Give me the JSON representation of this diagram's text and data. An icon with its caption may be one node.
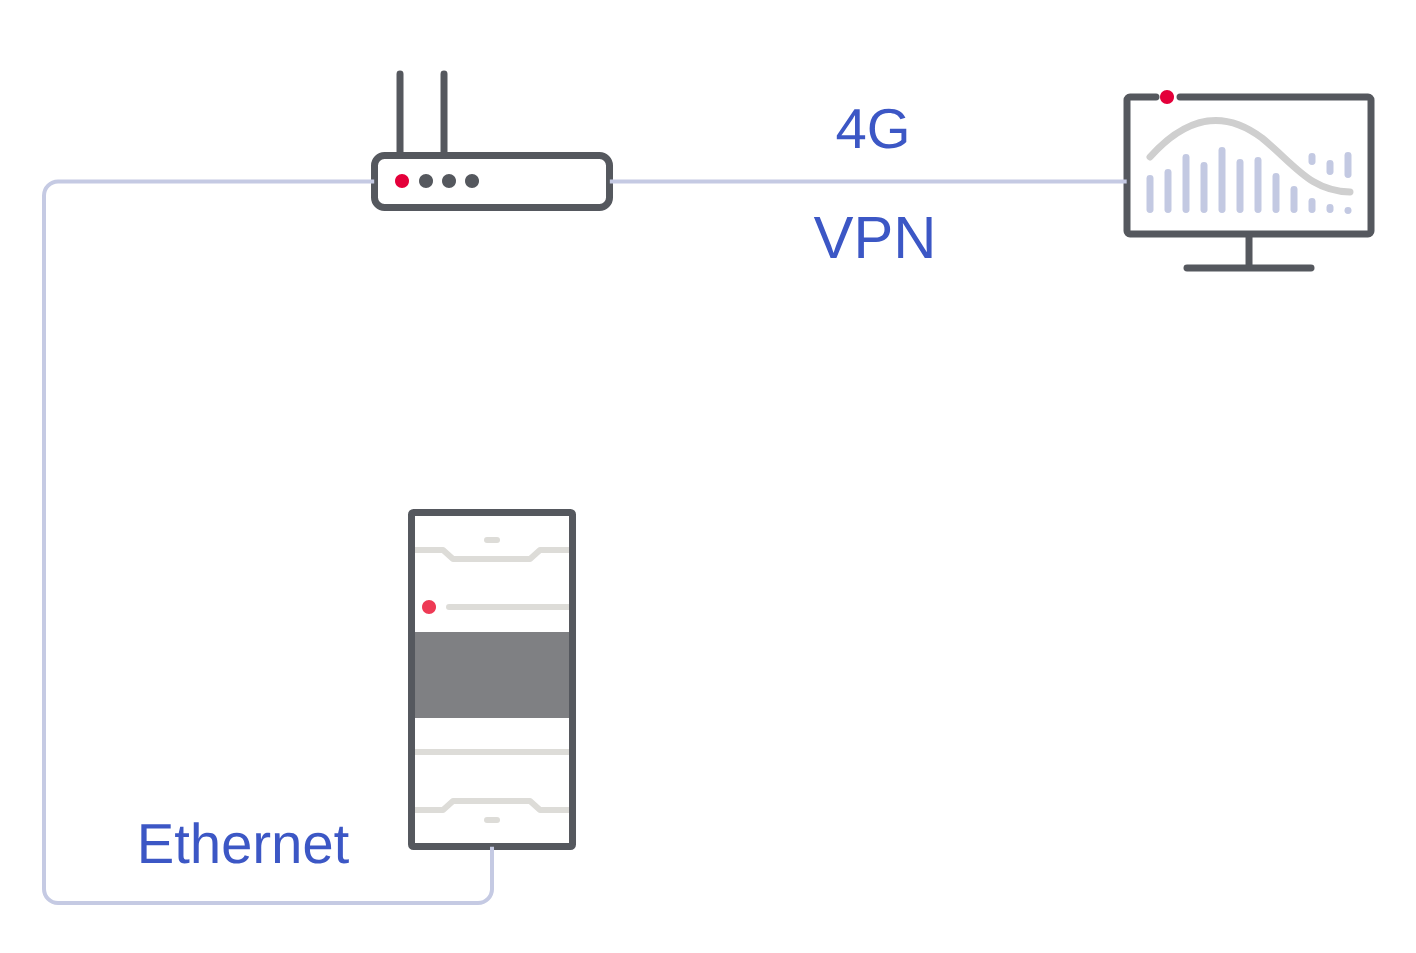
{
  "diagram": {
    "nodes": [
      {
        "text": [],
        "shape": "picture"
      },
      {
        "text": [],
        "shape": "picture"
      },
      {
        "text": [],
        "shape": "picture"
      }
    ],
    "edges": [
      {
        "from": 0,
        "to": 1,
        "arrow": "none"
      },
      {
        "from": 0,
        "to": 2,
        "arrow": "none"
      }
    ],
    "labels": [
      "4G",
      "VPN",
      "Ethernet"
    ]
  }
}
